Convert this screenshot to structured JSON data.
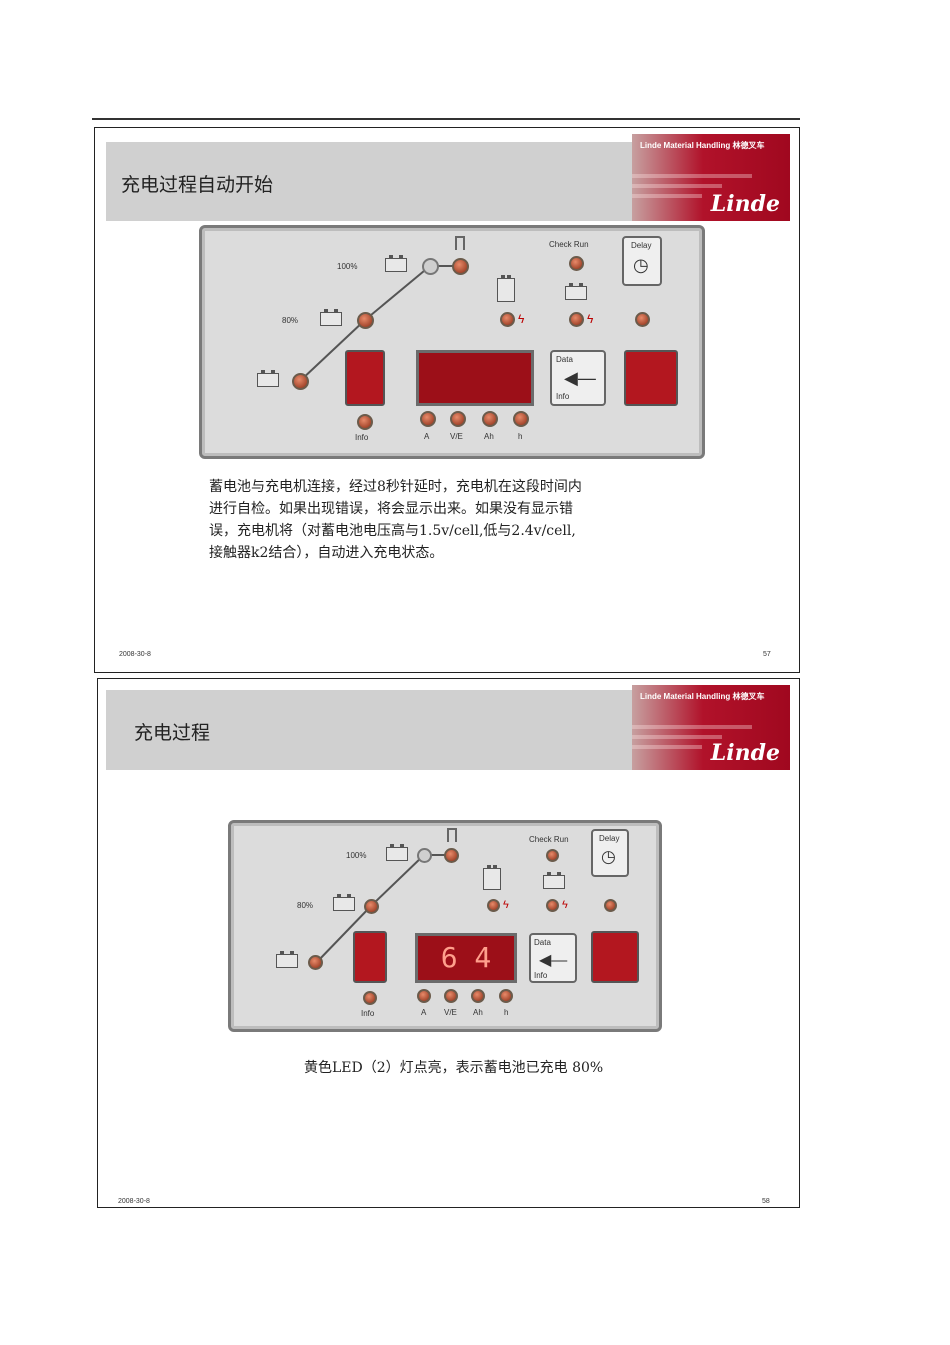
{
  "slide1": {
    "title": "充电过程自动开始",
    "logo": {
      "top": "Linde  Material  Handling     林德叉车",
      "word": "Linde"
    },
    "panel": {
      "labels": {
        "p100": "100%",
        "p80": "80%",
        "check_run": "Check Run",
        "delay": "Delay",
        "info": "Info",
        "a": "A",
        "ve": "V/E",
        "ah": "Ah",
        "h": "h",
        "data": "Data",
        "info_btn": "Info"
      },
      "display": ""
    },
    "body_lines": [
      "蓄电池与充电机连接，经过8秒针延时，充电机在这段时间内",
      "进行自检。如果出现错误，将会显示出来。如果没有显示错",
      "误，充电机将（对蓄电池电压高与1.5v/cell,低与2.4v/cell,",
      "接触器k2结合），自动进入充电状态。"
    ],
    "footer_date": "2008-30-8",
    "footer_page": "57"
  },
  "slide2": {
    "title": "充电过程",
    "logo": {
      "top": "Linde  Material  Handling     林德叉车",
      "word": "Linde"
    },
    "panel": {
      "labels": {
        "p100": "100%",
        "p80": "80%",
        "check_run": "Check Run",
        "delay": "Delay",
        "info": "Info",
        "a": "A",
        "ve": "V/E",
        "ah": "Ah",
        "h": "h",
        "data": "Data",
        "info_btn": "Info"
      },
      "display": "6 4"
    },
    "body_lines": [
      "黄色LED（2）灯点亮，表示蓄电池已充电 80%"
    ],
    "footer_date": "2008-30-8",
    "footer_page": "58"
  }
}
